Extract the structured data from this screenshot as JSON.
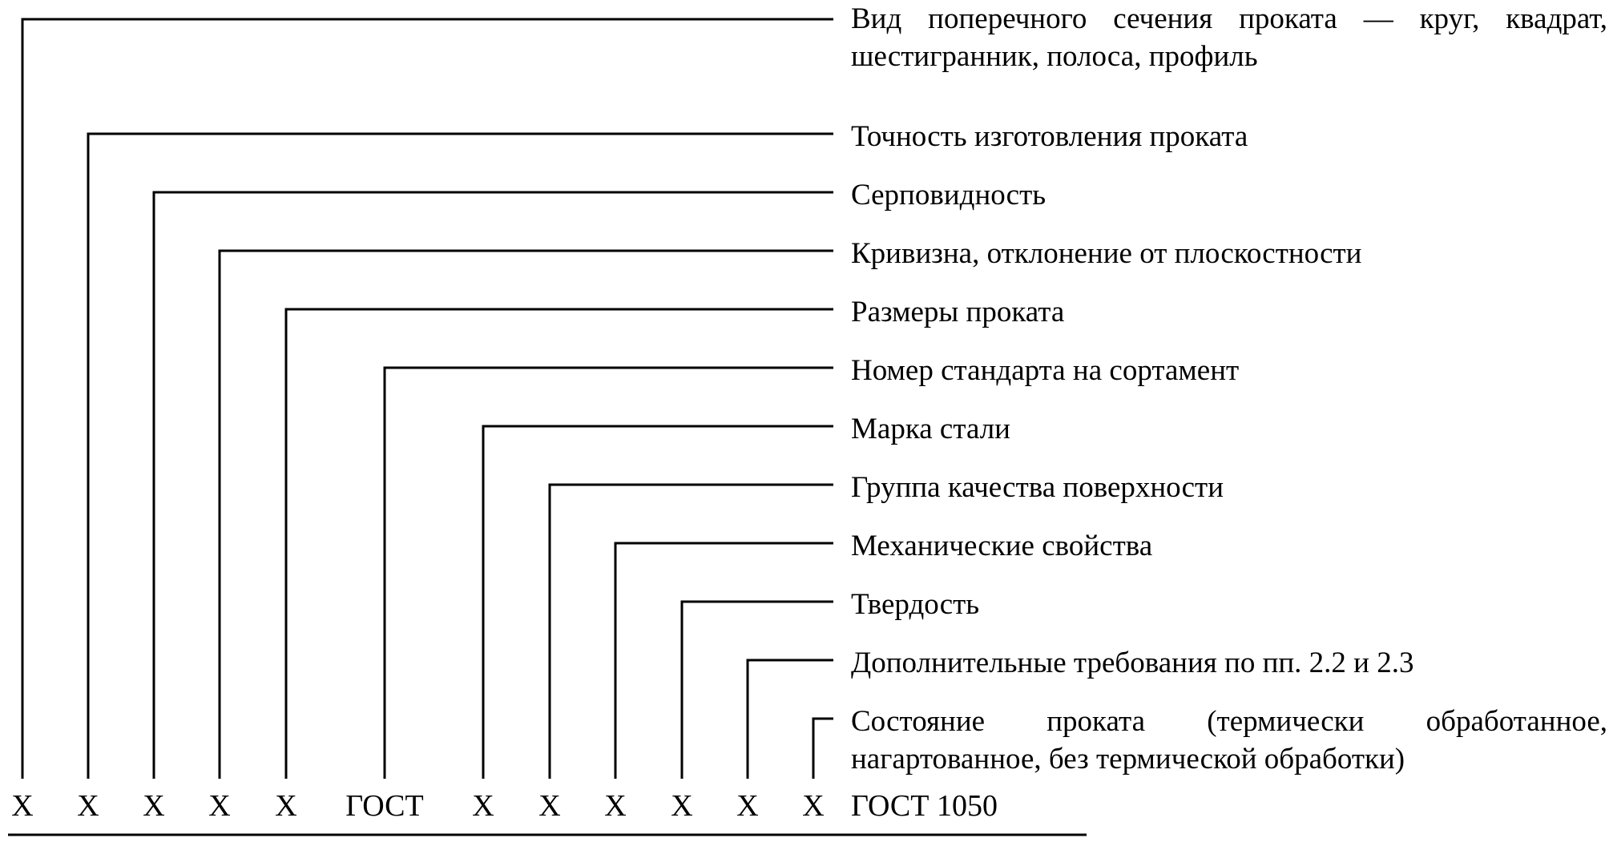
{
  "designation": {
    "symbols": [
      "Х",
      "Х",
      "Х",
      "Х",
      "Х",
      "ГОСТ",
      "Х",
      "Х",
      "Х",
      "Х",
      "Х",
      "Х"
    ],
    "standard": "ГОСТ 1050"
  },
  "labels": [
    "Вид поперечного сечения проката — круг, квадрат, шестигранник, полоса, профиль",
    "Точность изготовления проката",
    "Серповидность",
    "Кривизна, отклонение от плоскостности",
    "Размеры проката",
    "Номер стандарта на сортамент",
    "Марка стали",
    "Группа качества поверхности",
    "Механические свойства",
    "Твердость",
    "Дополнительные требования по пп. 2.2 и 2.3",
    "Состояние проката (термически обработанное, нагартованное, без термической обработки)"
  ]
}
